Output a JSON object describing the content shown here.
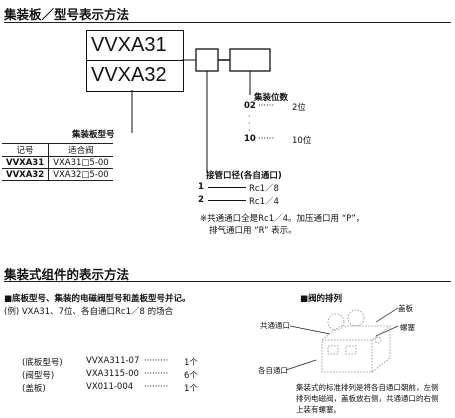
{
  "section1": {
    "title": "集装板／型号表示方法"
  },
  "model_box": {
    "line1": "VVXA31",
    "line2": "VVXA32"
  },
  "label_manifold_model": "集装板型号",
  "stations": {
    "title": "集装位数",
    "rows": [
      {
        "code": "02",
        "dash": "······",
        "value": "2位"
      },
      {
        "code": "10",
        "dash": "······",
        "value": "10位"
      }
    ],
    "ellipsis": [
      "·",
      "·",
      "·"
    ]
  },
  "port": {
    "title": "接管口径(各自通口)",
    "rows": [
      {
        "code": "1",
        "value": "Rc1／8"
      },
      {
        "code": "2",
        "value": "Rc1／4"
      }
    ],
    "note_line1": "※共通通口全是Rc1／4。加压通口用 “P”，",
    "note_line2": "排气通口用 “R” 表示。"
  },
  "table": {
    "headers": [
      "记号",
      "适合阀"
    ],
    "rows": [
      [
        "VVXA31",
        "VXA31□5-00"
      ],
      [
        "VVXA32",
        "VXA32□5-00"
      ]
    ]
  },
  "section2": {
    "title": "集装式组件的表示方法"
  },
  "instructions": {
    "heading": "■底板型号、集装的电磁阀型号和盖板型号并记。",
    "example": "(例) VXA31、7位、各自通口Rc1／8 的场合"
  },
  "order_list": [
    {
      "label": "(底板型号)",
      "code": "VVXA311-07",
      "dots": "·········",
      "qty": "1个"
    },
    {
      "label": "(阀型号)",
      "code": "VXA3115-00",
      "dots": "·········",
      "qty": "6个"
    },
    {
      "label": "(盖板)",
      "code": "VX011-004",
      "dots": "·········",
      "qty": "1个"
    }
  ],
  "valve_arrangement": {
    "title": "■阀的排列",
    "labels": {
      "cover": "盖板",
      "common_port": "共通通口",
      "bolt": "螺塞",
      "each_port": "各自通口"
    },
    "note": [
      "集装式的标准排列是将各自通口朝前，左侧",
      "排列电磁阀，盖板放右侧，共通通口的右侧",
      "上装有螺塞。"
    ]
  }
}
